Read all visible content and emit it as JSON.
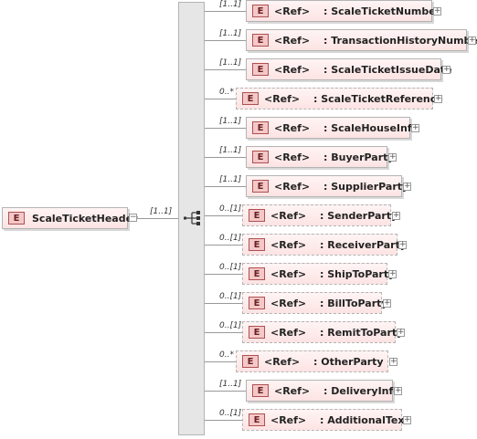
{
  "root": {
    "icon": "E",
    "name": "ScaleTicketHeader",
    "expander": "−",
    "cardinality": "[1..1]"
  },
  "sequence_icon": "sequence-compositor-icon",
  "children": [
    {
      "cardinality": "[1..1]",
      "icon": "E",
      "ref": "<Ref>",
      "name": ": ScaleTicketNumber",
      "optional": false,
      "expander": "+"
    },
    {
      "cardinality": "[1..1]",
      "icon": "E",
      "ref": "<Ref>",
      "name": ": TransactionHistoryNumber",
      "optional": false,
      "expander": "+"
    },
    {
      "cardinality": "[1..1]",
      "icon": "E",
      "ref": "<Ref>",
      "name": ": ScaleTicketIssueDate",
      "optional": false,
      "expander": "+"
    },
    {
      "cardinality": "0..*",
      "icon": "E",
      "ref": "<Ref>",
      "name": ": ScaleTicketReference",
      "optional": true,
      "expander": "+"
    },
    {
      "cardinality": "[1..1]",
      "icon": "E",
      "ref": "<Ref>",
      "name": ": ScaleHouseInfo",
      "optional": false,
      "expander": "+"
    },
    {
      "cardinality": "[1..1]",
      "icon": "E",
      "ref": "<Ref>",
      "name": ": BuyerParty",
      "optional": false,
      "expander": "+"
    },
    {
      "cardinality": "[1..1]",
      "icon": "E",
      "ref": "<Ref>",
      "name": ": SupplierParty",
      "optional": false,
      "expander": "+"
    },
    {
      "cardinality": "0..[1]",
      "icon": "E",
      "ref": "<Ref>",
      "name": ": SenderParty",
      "optional": true,
      "expander": "+"
    },
    {
      "cardinality": "0..[1]",
      "icon": "E",
      "ref": "<Ref>",
      "name": ": ReceiverParty",
      "optional": true,
      "expander": "+"
    },
    {
      "cardinality": "0..[1]",
      "icon": "E",
      "ref": "<Ref>",
      "name": ": ShipToParty",
      "optional": true,
      "expander": "+"
    },
    {
      "cardinality": "0..[1]",
      "icon": "E",
      "ref": "<Ref>",
      "name": ": BillToParty",
      "optional": true,
      "expander": "+"
    },
    {
      "cardinality": "0..[1]",
      "icon": "E",
      "ref": "<Ref>",
      "name": ": RemitToParty",
      "optional": true,
      "expander": "+"
    },
    {
      "cardinality": "0..*",
      "icon": "E",
      "ref": "<Ref>",
      "name": ": OtherParty",
      "optional": true,
      "expander": "+"
    },
    {
      "cardinality": "[1..1]",
      "icon": "E",
      "ref": "<Ref>",
      "name": ": DeliveryInfo",
      "optional": false,
      "expander": "+"
    },
    {
      "cardinality": "0..[1]",
      "icon": "E",
      "ref": "<Ref>",
      "name": ": AdditionalText",
      "optional": true,
      "expander": "+"
    }
  ]
}
